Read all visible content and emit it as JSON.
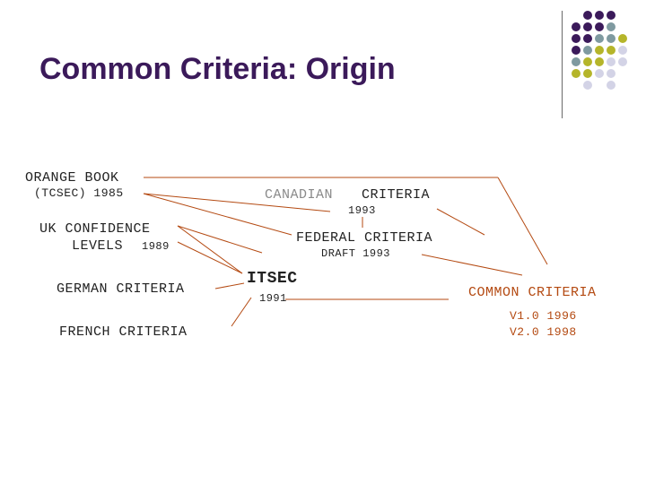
{
  "slide": {
    "title": "Common Criteria: Origin"
  },
  "decoration": {
    "dot_colors": {
      "purple": "#3b1a5a",
      "teal": "#7f9aa0",
      "olive": "#b5b52a",
      "light": "#d3d3e6"
    }
  },
  "diagram": {
    "orange_book": "ORANGE BOOK",
    "tcsec": "(TCSEC) 1985",
    "uk_line1": "UK CONFIDENCE",
    "uk_line2": "LEVELS",
    "uk_year": "1989",
    "german": "GERMAN CRITERIA",
    "french": "FRENCH CRITERIA",
    "canadian_prefix": "CANADIAN",
    "canadian_suffix": "CRITERIA",
    "canadian_year": "1993",
    "federal": "FEDERAL CRITERIA",
    "federal_year": "DRAFT 1993",
    "itsec": "ITSEC",
    "itsec_year": "1991",
    "common": "COMMON CRITERIA",
    "common_v1": "V1.0 1996",
    "common_v2": "V2.0 1998",
    "line_color": "#b44a12"
  }
}
